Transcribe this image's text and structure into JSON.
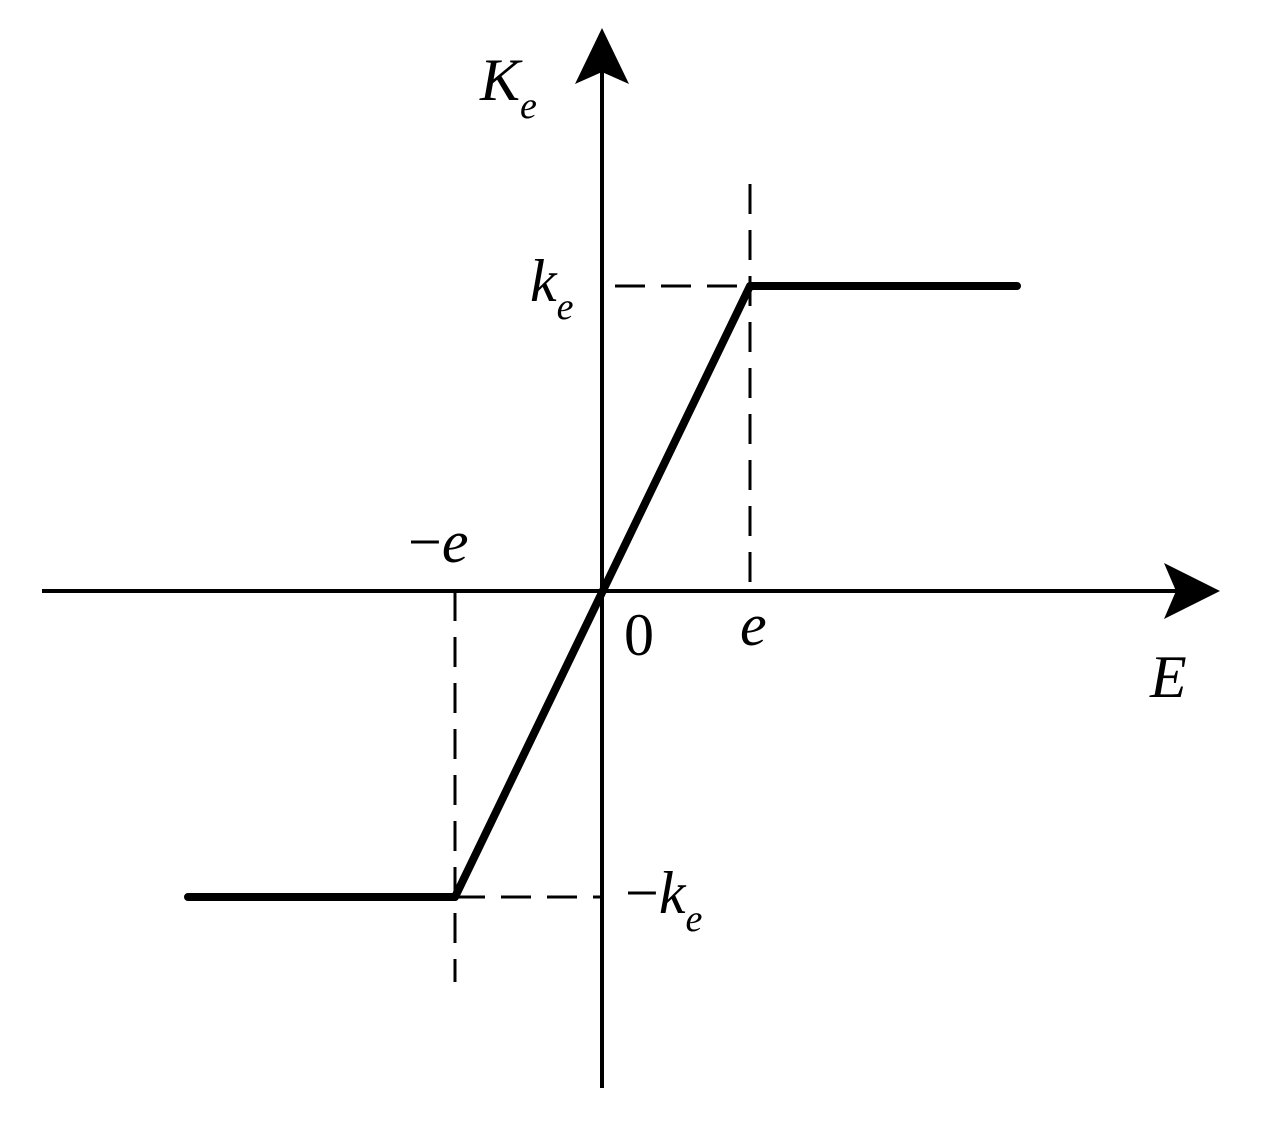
{
  "diagram": {
    "axes": {
      "vertical_symbol": "K",
      "vertical_subscript": "e",
      "horizontal_symbol": "E"
    },
    "labels": {
      "origin": "0",
      "pos_e": "e",
      "neg_e_sign": "−",
      "neg_e_var": "e",
      "pos_ke_symbol": "k",
      "pos_ke_subscript": "e",
      "neg_ke_sign": "−",
      "neg_ke_symbol": "k",
      "neg_ke_subscript": "e"
    },
    "characteristic": {
      "type": "saturation",
      "breakpoints_E": [
        "-e",
        "e"
      ],
      "levels_K": [
        "-k_e",
        "k_e"
      ]
    }
  }
}
